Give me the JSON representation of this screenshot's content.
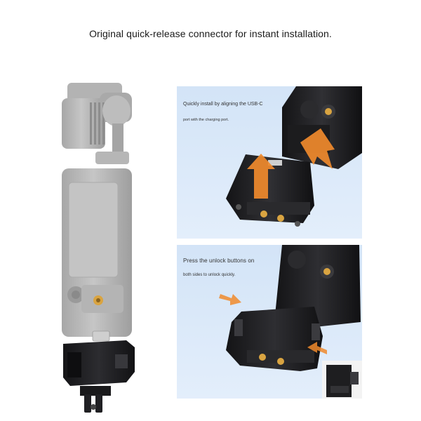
{
  "headline": "Original quick-release connector for instant installation.",
  "panel_top": {
    "caption_line1": "Quickly install by aligning the USB-C",
    "caption_line2": "port with the charging port."
  },
  "panel_bottom": {
    "caption_line1": "Press the unlock buttons on",
    "caption_line2": "both sides to unlock quickly."
  },
  "colors": {
    "panel_bg": "#d9e8f9",
    "arrow_orange": "#f08a2c",
    "brass": "#d9a441",
    "camera_gray": "#b8b8b8",
    "adapter_black": "#1f1f22"
  }
}
